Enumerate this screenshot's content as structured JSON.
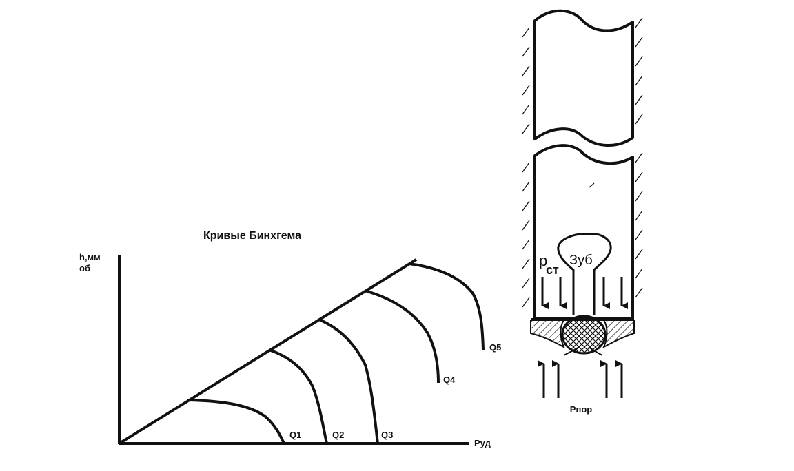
{
  "left_figure": {
    "title": "Кривые Бинхгема",
    "y_axis_label_line1": "h,мм",
    "y_axis_label_line2": "об",
    "x_axis_label": "Руд",
    "curves": [
      "Q1",
      "Q2",
      "Q3",
      "Q4",
      "Q5"
    ]
  },
  "right_figure": {
    "tooth_label": "Зуб",
    "pressure_label_main": "р",
    "pressure_label_sub": "ст",
    "bottom_label": "Рпор"
  },
  "colors": {
    "ink": "#111111",
    "background": "#ffffff"
  }
}
